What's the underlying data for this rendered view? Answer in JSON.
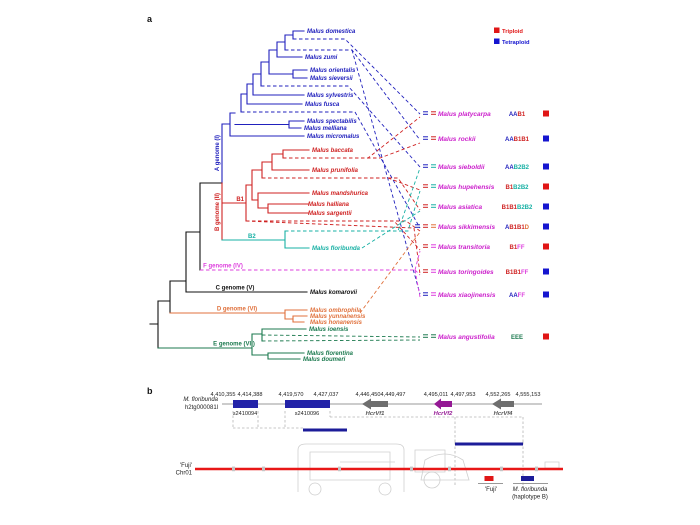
{
  "figure": {
    "panel_a_label": "a",
    "panel_b_label": "b"
  },
  "colors": {
    "blue": "#2121bd",
    "red": "#cf2222",
    "teal": "#17b0a4",
    "magenta": "#de3fde",
    "orange": "#e0713c",
    "green": "#1c7a4f",
    "black": "#111111",
    "hybrid_name": "#cc22cc",
    "triploid": "#e01616",
    "tetraploid": "#1515cf",
    "gene_box": "#2323a8",
    "gene_gray": "#6e6e6e",
    "gene_purple": "#941894",
    "fuji_line": "#e81717",
    "floribunda_bar": "#1c1c99"
  },
  "panel_a": {
    "legend": {
      "triploid_label": "Triploid",
      "tetraploid_label": "Tetraploid"
    },
    "genome_groups": [
      {
        "label": "A genome (I)"
      },
      {
        "label": "B genome (II)"
      },
      {
        "label": "B1"
      },
      {
        "label": "B2"
      },
      {
        "label": "F genome (IV)"
      },
      {
        "label": "C genome (V)"
      },
      {
        "label": "D genome (VI)"
      },
      {
        "label": "E genome (VII)"
      }
    ],
    "tree_species": [
      {
        "name": "Malus domestica"
      },
      {
        "name": "Malus zumi"
      },
      {
        "name": "Malus orientalis"
      },
      {
        "name": "Malus sieversii"
      },
      {
        "name": "Malus sylvestris"
      },
      {
        "name": "Malus fusca"
      },
      {
        "name": "Malus spectabilis"
      },
      {
        "name": "Malus melliana"
      },
      {
        "name": "Malus micromalus"
      },
      {
        "name": "Malus baccata"
      },
      {
        "name": "Malus prunifolia"
      },
      {
        "name": "Malus mandshurica"
      },
      {
        "name": "Malus halliana"
      },
      {
        "name": "Malus sargentii"
      },
      {
        "name": "Malus floribunda"
      },
      {
        "name": "Malus komarovii"
      },
      {
        "name": "Malus ombrophila"
      },
      {
        "name": "Malus yunnanensis"
      },
      {
        "name": "Malus honanensis"
      },
      {
        "name": "Malus ioensis"
      },
      {
        "name": "Malus florentina"
      },
      {
        "name": "Malus doumeri"
      }
    ],
    "hybrids": [
      {
        "name": "Malus platycarpa",
        "composition": [
          {
            "text": "AA",
            "color": "blue"
          },
          {
            "text": "B1",
            "color": "red"
          }
        ],
        "ploidy": "triploid",
        "parent_colors": [
          "blue",
          "red"
        ]
      },
      {
        "name": "Malus rockii",
        "composition": [
          {
            "text": "AA",
            "color": "blue"
          },
          {
            "text": "B1B1",
            "color": "red"
          }
        ],
        "ploidy": "tetraploid",
        "parent_colors": [
          "blue",
          "red"
        ]
      },
      {
        "name": "Malus sieboldii",
        "composition": [
          {
            "text": "AA",
            "color": "blue"
          },
          {
            "text": "B2B2",
            "color": "teal"
          }
        ],
        "ploidy": "tetraploid",
        "parent_colors": [
          "blue",
          "teal"
        ]
      },
      {
        "name": "Malus hupehensis",
        "composition": [
          {
            "text": "B1",
            "color": "red"
          },
          {
            "text": "B2B2",
            "color": "teal"
          }
        ],
        "ploidy": "triploid",
        "parent_colors": [
          "red",
          "teal"
        ]
      },
      {
        "name": "Malus asiatica",
        "composition": [
          {
            "text": "B1B1",
            "color": "red"
          },
          {
            "text": "B2B2",
            "color": "teal"
          }
        ],
        "ploidy": "tetraploid",
        "parent_colors": [
          "red",
          "teal"
        ]
      },
      {
        "name": "Malus sikkimensis",
        "composition": [
          {
            "text": "A",
            "color": "blue"
          },
          {
            "text": "B1B1",
            "color": "red"
          },
          {
            "text": "D",
            "color": "orange"
          }
        ],
        "ploidy": "tetraploid",
        "parent_colors": [
          "blue",
          "red",
          "orange"
        ]
      },
      {
        "name": "Malus transitoria",
        "composition": [
          {
            "text": "B1",
            "color": "red"
          },
          {
            "text": "FF",
            "color": "magenta"
          }
        ],
        "ploidy": "triploid",
        "parent_colors": [
          "red",
          "magenta"
        ]
      },
      {
        "name": "Malus toringoides",
        "composition": [
          {
            "text": "B1B1",
            "color": "red"
          },
          {
            "text": "FF",
            "color": "magenta"
          }
        ],
        "ploidy": "tetraploid",
        "parent_colors": [
          "red",
          "magenta"
        ]
      },
      {
        "name": "Malus xiaojinensis",
        "composition": [
          {
            "text": "AA",
            "color": "blue"
          },
          {
            "text": "FF",
            "color": "magenta"
          }
        ],
        "ploidy": "tetraploid",
        "parent_colors": [
          "blue",
          "magenta"
        ]
      },
      {
        "name": "Malus angustifolia",
        "composition": [
          {
            "text": "EEE",
            "color": "green"
          }
        ],
        "ploidy": "triploid",
        "parent_colors": [
          "green",
          "green"
        ]
      }
    ]
  },
  "panel_b": {
    "contig_label_line1": "M. floribunda",
    "contig_label_line2": "h2tg000081l",
    "coordinates": [
      "4,410,355",
      "4,414,388",
      "4,419,570",
      "4,427,037",
      "4,446,450",
      "4,449,497",
      "4,495,011",
      "4,497,953",
      "4,552,265",
      "4,555,153"
    ],
    "genes": [
      {
        "name": "s2410094",
        "type": "box",
        "color": "gene_box"
      },
      {
        "name": "s2410096",
        "type": "box",
        "color": "gene_box"
      },
      {
        "name": "HcrVf1",
        "type": "arrow",
        "color": "gene_gray"
      },
      {
        "name": "HcrVf2",
        "type": "arrow",
        "color": "gene_purple"
      },
      {
        "name": "HcrVf4",
        "type": "arrow",
        "color": "gene_gray"
      }
    ],
    "fuji_label_line1": "'Fuji'",
    "fuji_label_line2": "Chr01",
    "legend": [
      {
        "label": "'Fuji'",
        "sublabel": "",
        "color": "triploid"
      },
      {
        "label": "M. floribunda",
        "sublabel": "(haplotype B)",
        "color": "floribunda_bar"
      }
    ]
  }
}
